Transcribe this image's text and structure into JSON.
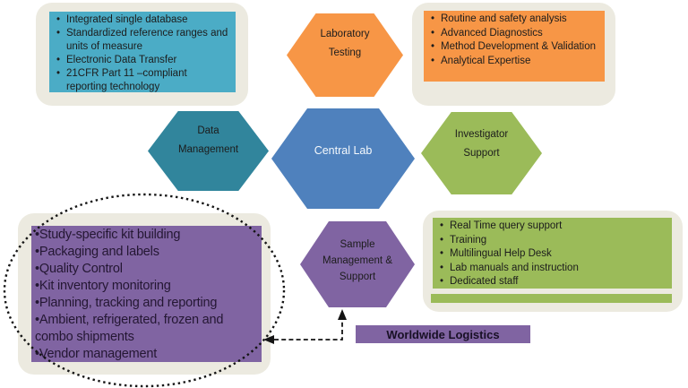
{
  "palette": {
    "teal_light": "#4BACC6",
    "teal_dark": "#31859C",
    "blue": "#4F81BD",
    "orange": "#F79646",
    "green": "#9BBB59",
    "purple": "#8064A2",
    "panel_background": "#ECEAE0",
    "annotation_ink": "#141414"
  },
  "hexagons": {
    "laboratory_testing": {
      "lines": [
        "Laboratory",
        "Testing"
      ]
    },
    "data_management": {
      "lines": [
        "Data",
        "Management"
      ]
    },
    "central_lab": {
      "lines": [
        "Central Lab"
      ]
    },
    "investigator_support": {
      "lines": [
        "Investigator",
        "Support"
      ]
    },
    "sample_management": {
      "lines": [
        "Sample",
        "Management &",
        "Support"
      ]
    }
  },
  "boxes": {
    "data_management": {
      "items": [
        "Integrated single database",
        "Standardized  reference ranges and units of measure",
        "Electronic Data Transfer",
        "21CFR Part 11 –compliant reporting technology"
      ]
    },
    "laboratory_testing": {
      "items": [
        "Routine and safety analysis",
        "Advanced Diagnostics",
        "Method Development & Validation",
        "Analytical Expertise"
      ]
    },
    "sample_management": {
      "items": [
        "Study-specific kit building",
        "Packaging and labels",
        "Quality Control",
        "Kit inventory monitoring",
        "Planning, tracking and reporting",
        "Ambient, refrigerated, frozen and combo shipments",
        "Vendor management"
      ]
    },
    "investigator_support": {
      "items": [
        "Real Time query support",
        "Training",
        "Multilingual Help Desk",
        "Lab manuals and instruction",
        "Dedicated staff"
      ]
    }
  },
  "banner": {
    "label": "Worldwide Logistics"
  }
}
